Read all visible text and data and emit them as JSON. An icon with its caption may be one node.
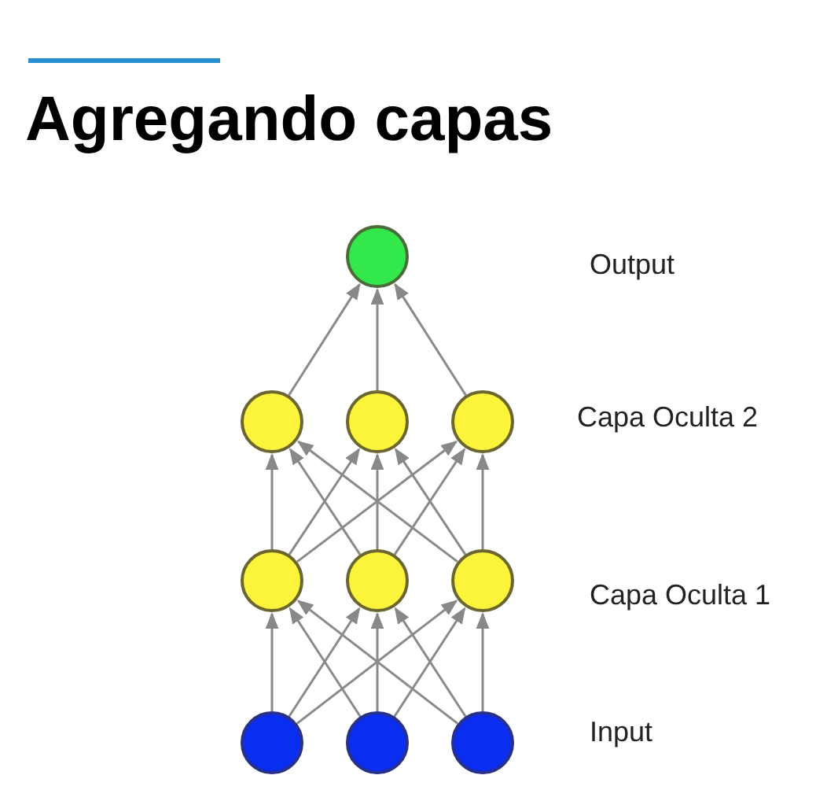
{
  "diagram": {
    "title": "Agregando capas",
    "nodes": [
      {
        "text": [],
        "shape": "circle"
      },
      {
        "text": [],
        "shape": "circle"
      },
      {
        "text": [],
        "shape": "circle"
      },
      {
        "text": [],
        "shape": "circle"
      },
      {
        "text": [],
        "shape": "circle"
      },
      {
        "text": [],
        "shape": "circle"
      },
      {
        "text": [],
        "shape": "circle"
      },
      {
        "text": [],
        "shape": "circle"
      },
      {
        "text": [],
        "shape": "circle"
      },
      {
        "text": [],
        "shape": "circle"
      }
    ],
    "edges": [
      {
        "from": 7,
        "to": 4,
        "arrow": "to"
      },
      {
        "from": 7,
        "to": 5,
        "arrow": "to"
      },
      {
        "from": 7,
        "to": 6,
        "arrow": "to"
      },
      {
        "from": 8,
        "to": 4,
        "arrow": "to"
      },
      {
        "from": 8,
        "to": 5,
        "arrow": "to"
      },
      {
        "from": 8,
        "to": 6,
        "arrow": "to"
      },
      {
        "from": 9,
        "to": 4,
        "arrow": "to"
      },
      {
        "from": 9,
        "to": 5,
        "arrow": "to"
      },
      {
        "from": 9,
        "to": 6,
        "arrow": "to"
      },
      {
        "from": 4,
        "to": 1,
        "arrow": "to"
      },
      {
        "from": 4,
        "to": 2,
        "arrow": "to"
      },
      {
        "from": 4,
        "to": 3,
        "arrow": "to"
      },
      {
        "from": 5,
        "to": 1,
        "arrow": "to"
      },
      {
        "from": 5,
        "to": 2,
        "arrow": "to"
      },
      {
        "from": 5,
        "to": 3,
        "arrow": "to"
      },
      {
        "from": 6,
        "to": 1,
        "arrow": "to"
      },
      {
        "from": 6,
        "to": 2,
        "arrow": "to"
      },
      {
        "from": 6,
        "to": 3,
        "arrow": "to"
      },
      {
        "from": 1,
        "to": 0,
        "arrow": "to"
      },
      {
        "from": 2,
        "to": 0,
        "arrow": "to"
      },
      {
        "from": 3,
        "to": 0,
        "arrow": "to"
      }
    ],
    "labels": [
      "Output",
      "Capa Oculta 2",
      "Capa Oculta 1",
      "Input"
    ]
  }
}
